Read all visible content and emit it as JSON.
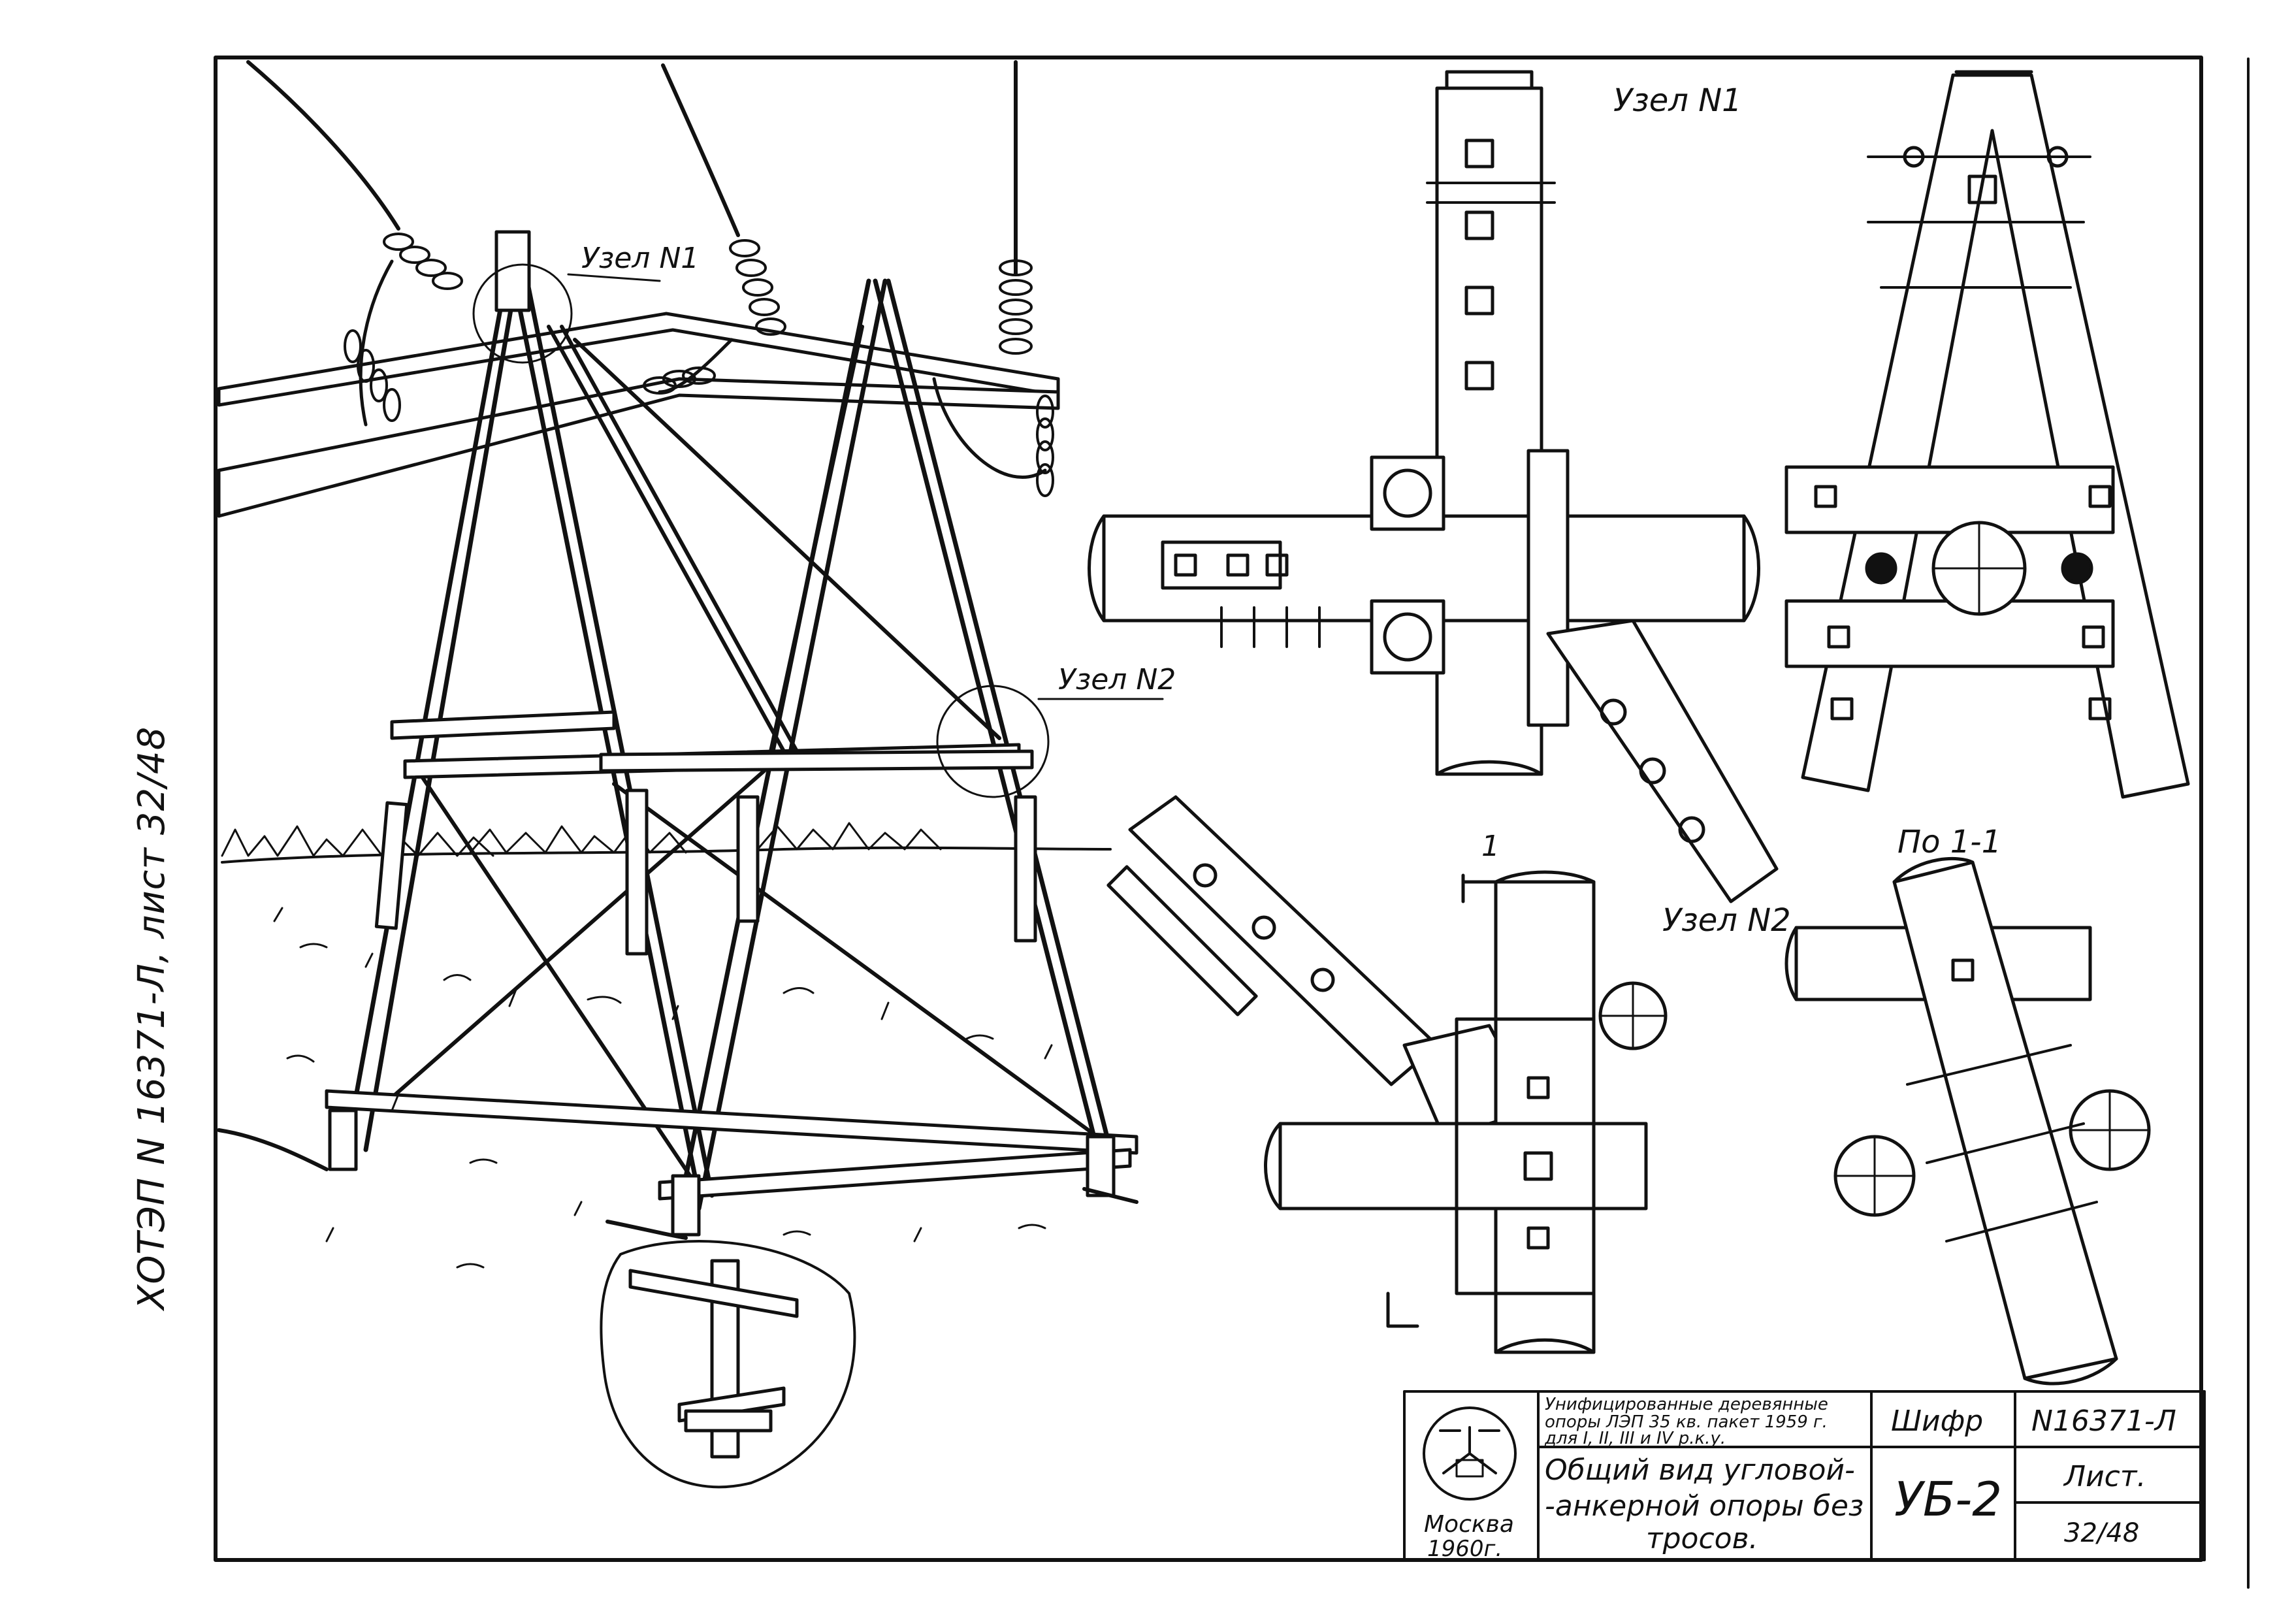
{
  "side_label": "ХОТЭП N 16371-Л, лист 32/48",
  "callouts": {
    "node1_view_left": "Узел N1",
    "node2_view_left": "Узел N2",
    "node1_detail": "Узел N1",
    "node2_detail": "Узел N2",
    "section_title": "По 1-1",
    "section_marker": "1"
  },
  "title_block": {
    "logo_city": "Москва",
    "logo_year": "1960г.",
    "series_line1": "Унифицированные деревянные",
    "series_line2": "опоры ЛЭП 35 кв. пакет 1959 г.",
    "series_line3": "для I, II, III и IV р.к.у.",
    "title_line1": "Общий вид угловой-",
    "title_line2": "-анкерной опоры без",
    "title_line3": "тросов.",
    "cipher_label": "Шифр",
    "cipher_value": "УБ-2",
    "doc_number": "N16371-Л",
    "sheet_label": "Лист.",
    "sheet_value": "32/48"
  }
}
